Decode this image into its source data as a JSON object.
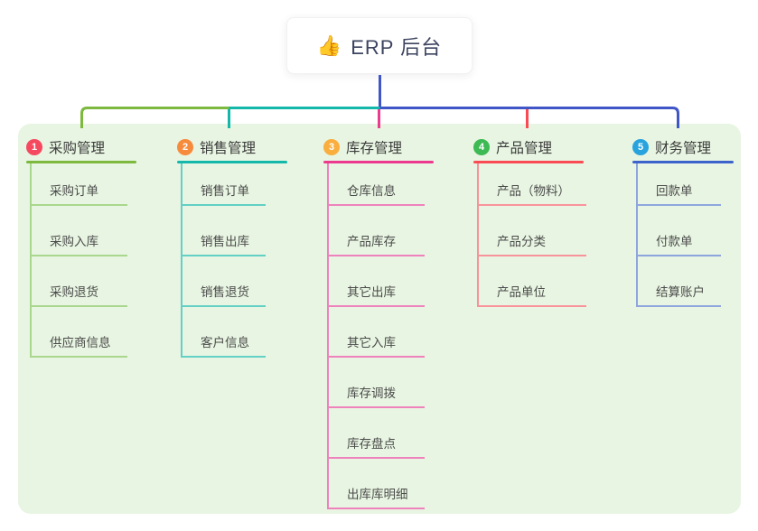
{
  "root": {
    "emoji": "👍",
    "label": "ERP 后台"
  },
  "panel": {
    "background": "#e8f5e2"
  },
  "connector": {
    "stem_color": "#4156c6"
  },
  "branches": [
    {
      "index": "1",
      "label": "采购管理",
      "badge_color": "#f5495f",
      "line_color": "#7cb93e",
      "child_line_color": "#a9d78d",
      "children": [
        "采购订单",
        "采购入库",
        "采购退货",
        "供应商信息"
      ]
    },
    {
      "index": "2",
      "label": "销售管理",
      "badge_color": "#f78b3d",
      "line_color": "#14b8ab",
      "child_line_color": "#63d0c6",
      "children": [
        "销售订单",
        "销售出库",
        "销售退货",
        "客户信息"
      ]
    },
    {
      "index": "3",
      "label": "库存管理",
      "badge_color": "#f9ae3d",
      "line_color": "#ec3a8f",
      "child_line_color": "#ee82bd",
      "children": [
        "仓库信息",
        "产品库存",
        "其它出库",
        "其它入库",
        "库存调拨",
        "库存盘点",
        "出库库明细"
      ]
    },
    {
      "index": "4",
      "label": "产品管理",
      "badge_color": "#3dba54",
      "line_color": "#fa4b55",
      "child_line_color": "#f9939b",
      "children": [
        "产品（物料）",
        "产品分类",
        "产品单位"
      ]
    },
    {
      "index": "5",
      "label": "财务管理",
      "badge_color": "#29a3dd",
      "line_color": "#3c63cb",
      "child_line_color": "#8ea6dd",
      "children": [
        "回款单",
        "付款单",
        "结算账户"
      ]
    }
  ]
}
